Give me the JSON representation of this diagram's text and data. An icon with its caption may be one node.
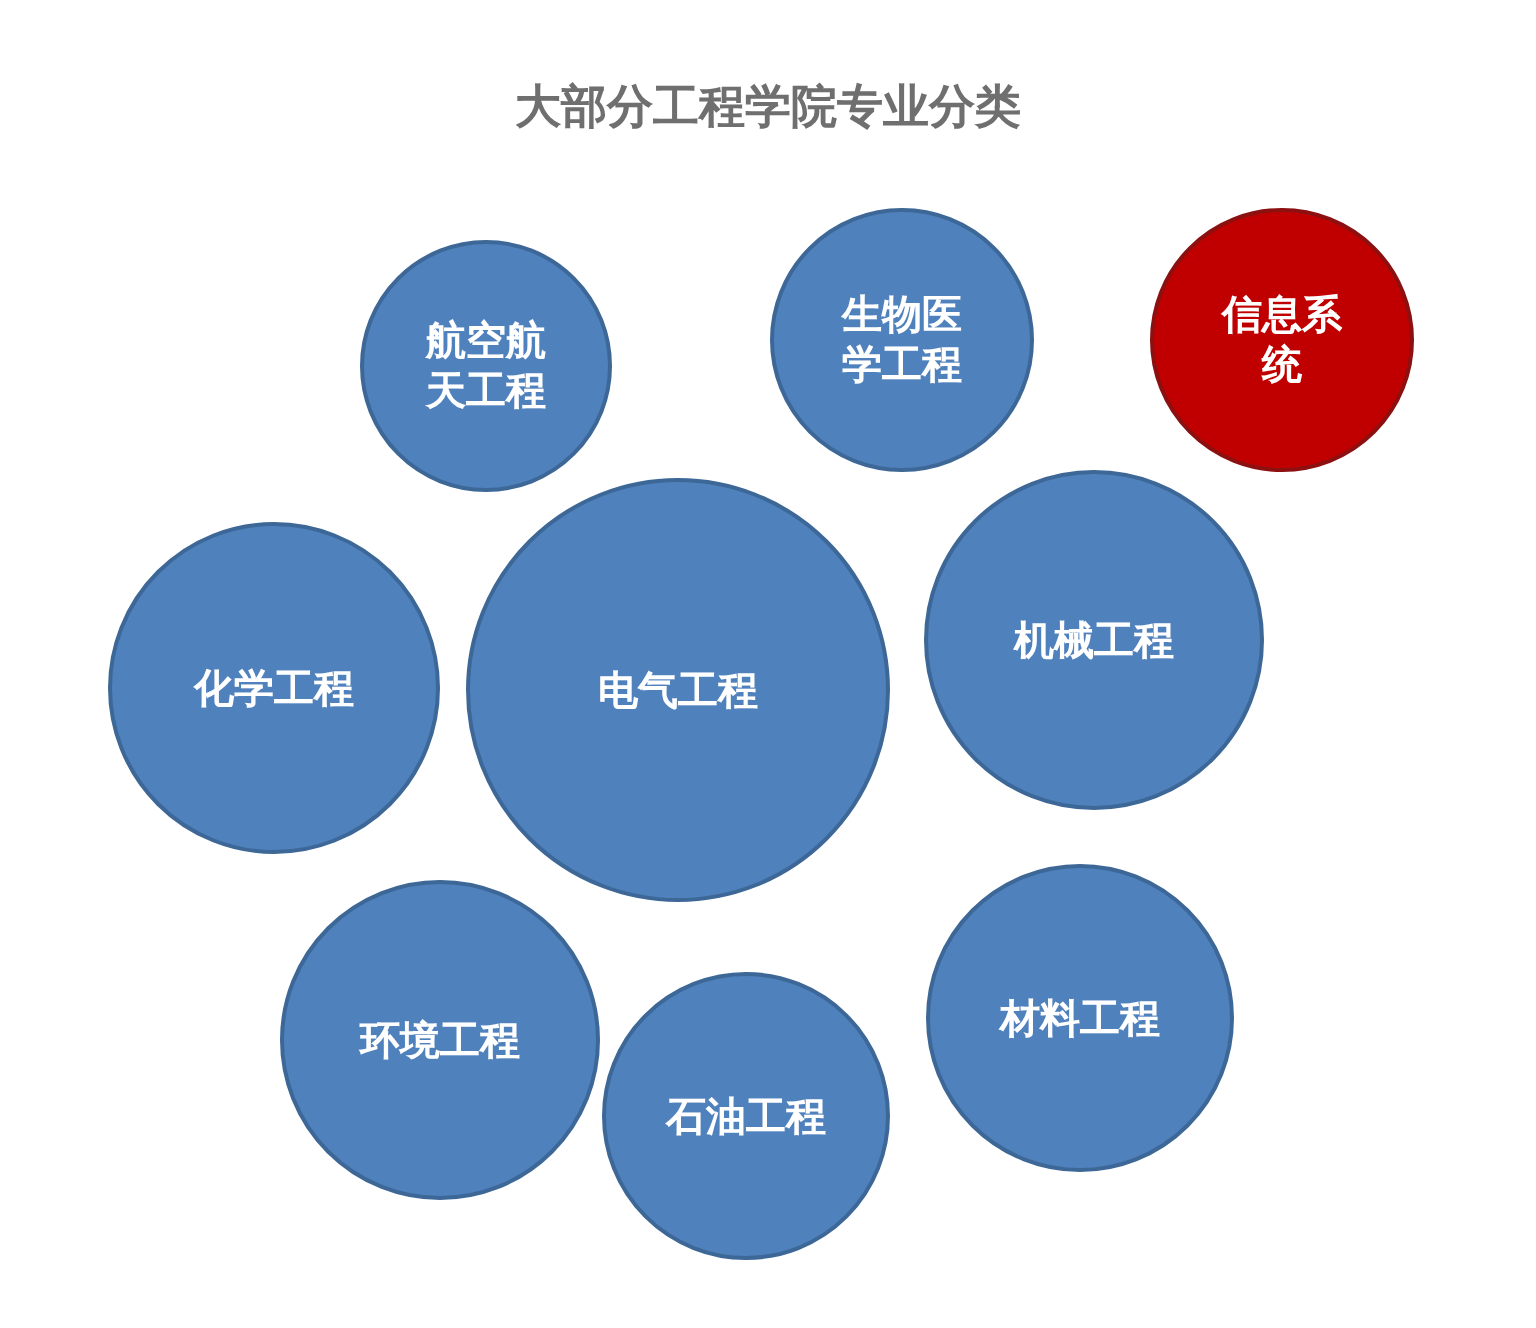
{
  "diagram": {
    "title": "大部分工程学院专业分类",
    "nodes": [
      {
        "text": [
          "航空航天工程"
        ]
      },
      {
        "text": [
          "生物医学工程"
        ]
      },
      {
        "text": [
          "信息系统"
        ]
      },
      {
        "text": [
          "化学工程"
        ]
      },
      {
        "text": [
          "电气工程"
        ]
      },
      {
        "text": [
          "机械工程"
        ]
      },
      {
        "text": [
          "环境工程"
        ]
      },
      {
        "text": [
          "石油工程"
        ]
      },
      {
        "text": [
          "材料工程"
        ]
      }
    ]
  }
}
